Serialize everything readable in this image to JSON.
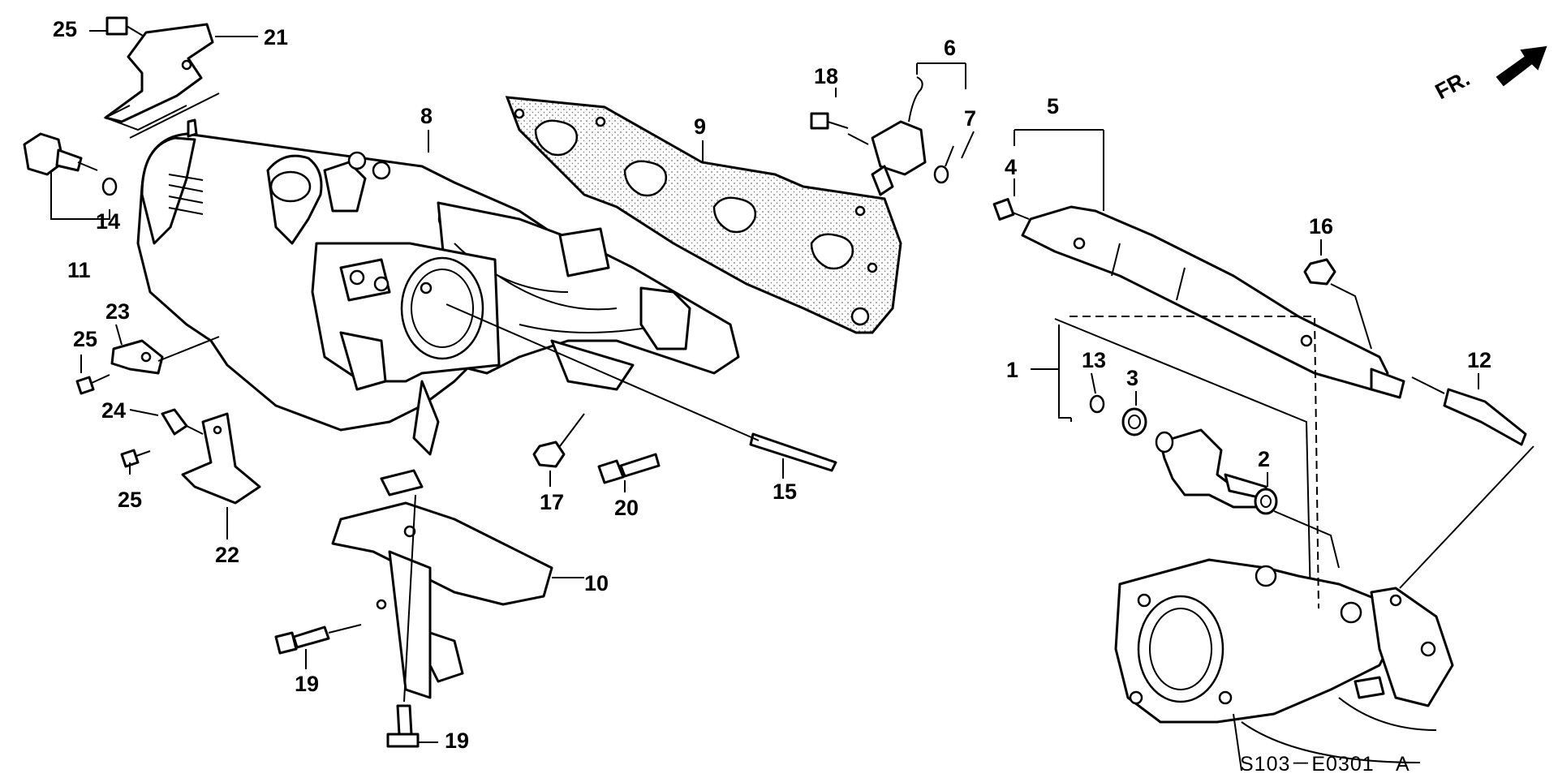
{
  "diagram": {
    "code": "S103－E0301",
    "revision": "A",
    "front_label": "FR.",
    "part_numbers": [
      "1",
      "2",
      "3",
      "4",
      "5",
      "6",
      "7",
      "8",
      "9",
      "10",
      "11",
      "12",
      "13",
      "14",
      "15",
      "16",
      "17",
      "18",
      "19",
      "20",
      "21",
      "22",
      "23",
      "24",
      "25"
    ]
  }
}
